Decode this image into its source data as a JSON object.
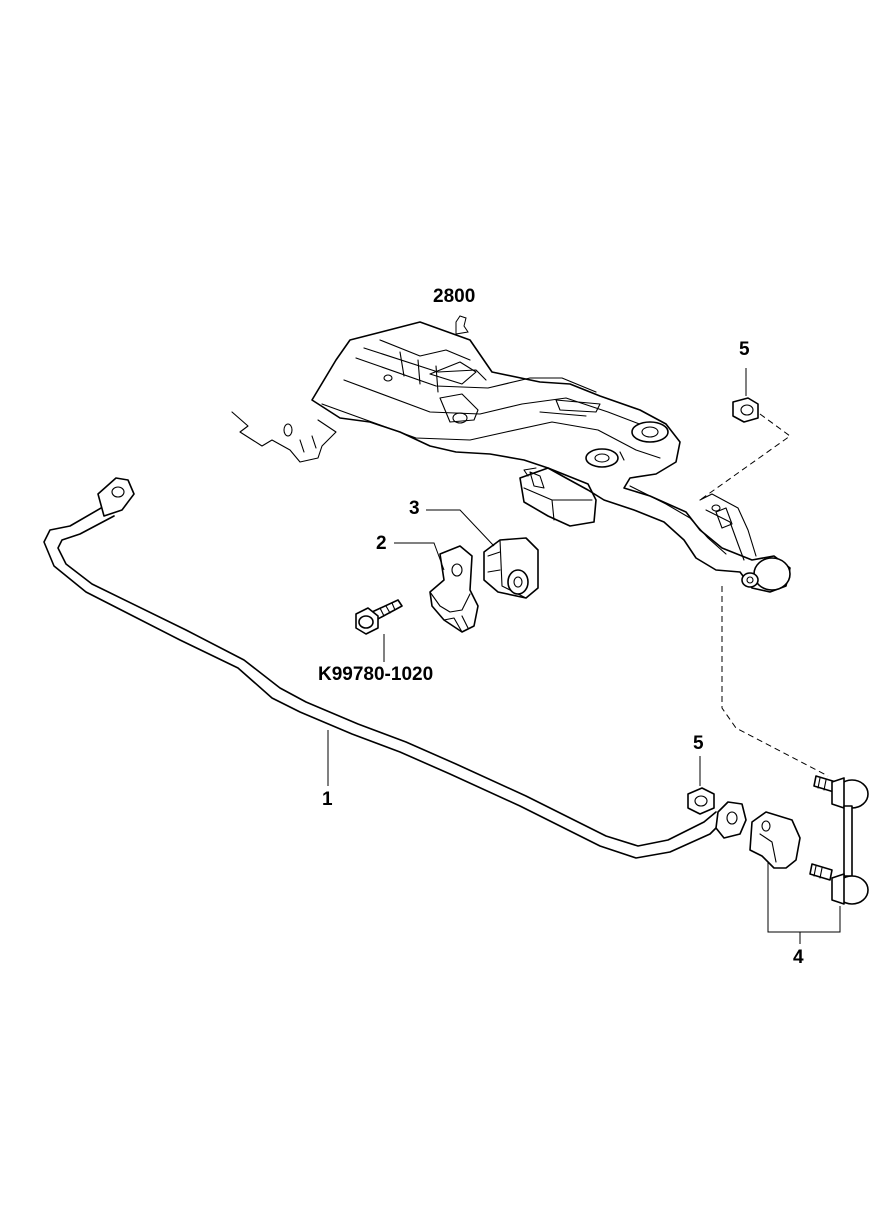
{
  "callouts": {
    "subframe": "2800",
    "nut_upper": "5",
    "bushing": "3",
    "bracket": "2",
    "bolt": "K99780-1020",
    "stabilizer_bar": "1",
    "nut_lower": "5",
    "link": "4"
  }
}
